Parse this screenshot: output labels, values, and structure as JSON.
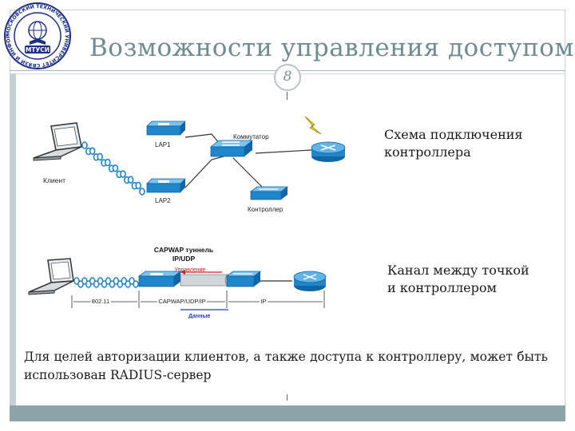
{
  "header": {
    "title": "Возможности управления доступом",
    "page_number": "8",
    "logo": {
      "abbr": "МТУСИ",
      "ring_text": "МОСКОВСКИЙ ТЕХНИЧЕСКИЙ УНИВЕРСИТЕТ СВЯЗИ И ИНФОРМАТИКИ"
    }
  },
  "diagram1": {
    "client_label": "Клиент",
    "lap1_label": "LAP1",
    "lap2_label": "LAP2",
    "switch_label": "Коммутатор",
    "controller_label": "Контроллер",
    "caption_line1": "Схема подключения",
    "caption_line2": "контроллера"
  },
  "diagram2": {
    "tunnel_line1": "CAPWAP туннель",
    "tunnel_line2": "IP/UDP",
    "control_label": "Управление",
    "data_label": "Данные",
    "seg_80211": "802.11",
    "seg_capwap": "CAPWAP/UDP/IP",
    "seg_ip": "IP",
    "caption_line1": "Канал между точкой",
    "caption_line2": "и контроллером"
  },
  "body": {
    "text": "Для целей авторизации клиентов, а также доступа к контроллеру, может быть использован RADIUS-сервер"
  },
  "colors": {
    "accent": "#6f8c93",
    "device_blue": "#1f86c9",
    "footer": "#8ca3a8",
    "control_red": "#d21f26",
    "data_blue": "#2541b2"
  }
}
